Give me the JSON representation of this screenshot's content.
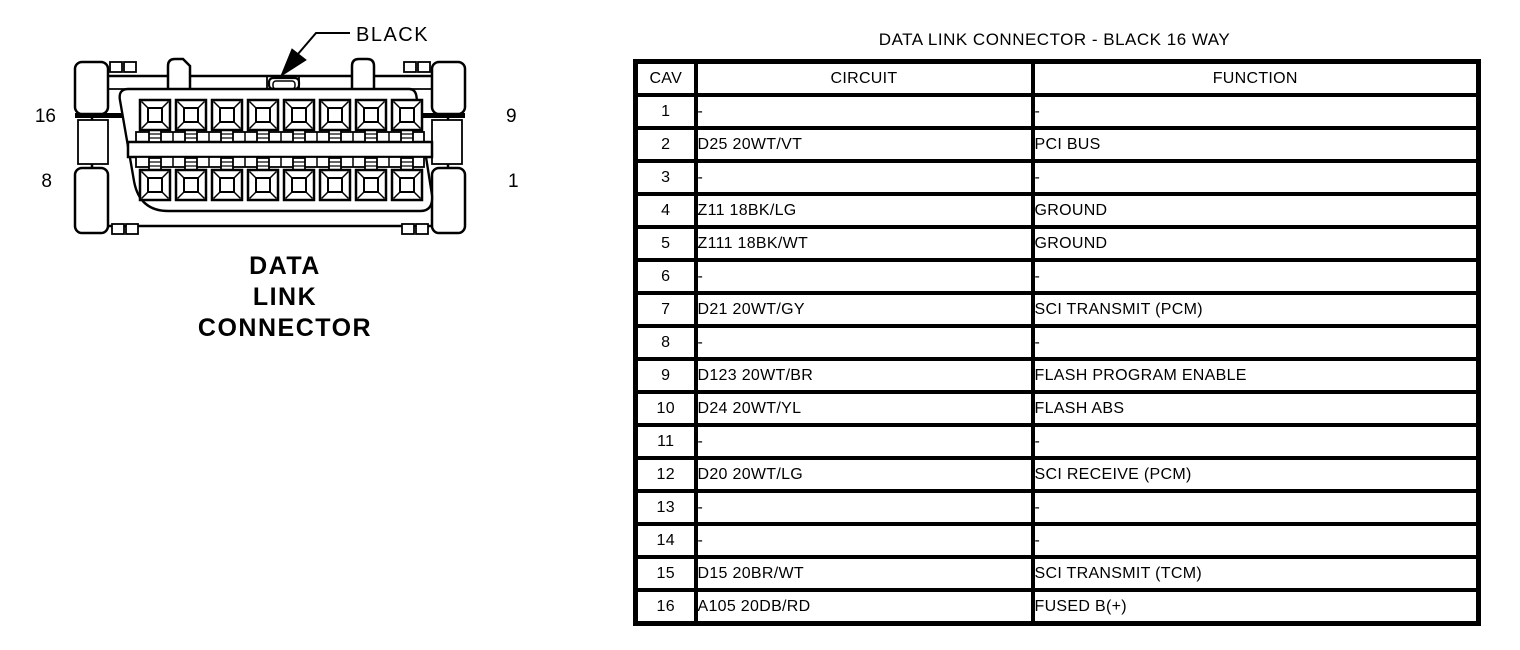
{
  "diagram": {
    "color_label": "BLACK",
    "pin_labels": {
      "top_left": "16",
      "top_right": "9",
      "bottom_left": "8",
      "bottom_right": "1"
    },
    "caption_lines": [
      "DATA",
      "LINK",
      "CONNECTOR"
    ]
  },
  "table": {
    "title": "DATA LINK CONNECTOR - BLACK 16 WAY",
    "headers": [
      "CAV",
      "CIRCUIT",
      "FUNCTION"
    ],
    "rows": [
      [
        "1",
        "-",
        "-"
      ],
      [
        "2",
        "D25 20WT/VT",
        "PCI BUS"
      ],
      [
        "3",
        "-",
        "-"
      ],
      [
        "4",
        "Z11 18BK/LG",
        "GROUND"
      ],
      [
        "5",
        "Z111 18BK/WT",
        "GROUND"
      ],
      [
        "6",
        "-",
        "-"
      ],
      [
        "7",
        "D21 20WT/GY",
        "SCI TRANSMIT (PCM)"
      ],
      [
        "8",
        "-",
        "-"
      ],
      [
        "9",
        "D123 20WT/BR",
        "FLASH PROGRAM ENABLE"
      ],
      [
        "10",
        "D24 20WT/YL",
        "FLASH ABS"
      ],
      [
        "11",
        "-",
        "-"
      ],
      [
        "12",
        "D20 20WT/LG",
        "SCI RECEIVE (PCM)"
      ],
      [
        "13",
        "-",
        "-"
      ],
      [
        "14",
        "-",
        "-"
      ],
      [
        "15",
        "D15 20BR/WT",
        "SCI TRANSMIT (TCM)"
      ],
      [
        "16",
        "A105 20DB/RD",
        "FUSED B(+)"
      ]
    ]
  },
  "colors": {
    "ink": "#000000",
    "background": "#ffffff"
  }
}
